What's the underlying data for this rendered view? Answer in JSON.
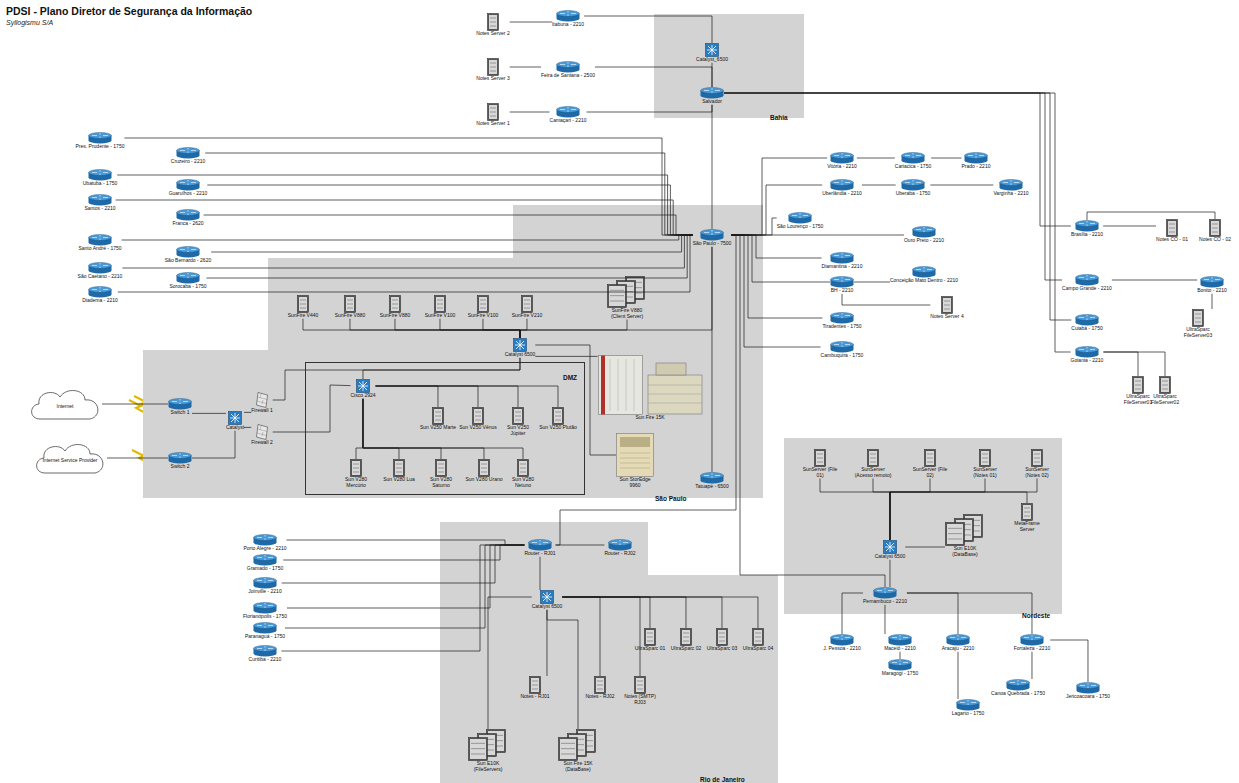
{
  "diagram": {
    "title": "PDSI - Plano Diretor de Segurança da Informação",
    "nodes": [
      {
        "text": [
          "Bahia"
        ]
      },
      {
        "text": [
          "Catalyst_6500"
        ],
        "in": 0
      },
      {
        "text": [
          "Salvador"
        ],
        "in": 0
      },
      {
        "text": [
          "Notes Server 2"
        ]
      },
      {
        "text": [
          "Itabuna - 2210"
        ]
      },
      {
        "text": [
          "Notes Server 3"
        ]
      },
      {
        "text": [
          "Feira de Santana - 2500"
        ]
      },
      {
        "text": [
          "Notes Server 1"
        ]
      },
      {
        "text": [
          "Camaçari - 2210"
        ]
      },
      {
        "text": [
          "São Paulo"
        ]
      },
      {
        "text": [
          "São Paulo - 7500"
        ],
        "in": 9
      },
      {
        "text": [
          "Pres. Prudente - 1750"
        ]
      },
      {
        "text": [
          "Cruzeiro - 2210"
        ]
      },
      {
        "text": [
          "Ubatuba - 1750"
        ]
      },
      {
        "text": [
          "Guarulhos - 2210"
        ]
      },
      {
        "text": [
          "Santos - 2210"
        ]
      },
      {
        "text": [
          "Franca - 2620"
        ]
      },
      {
        "text": [
          "Santo André - 1750"
        ]
      },
      {
        "text": [
          "São Bernardo - 2620"
        ]
      },
      {
        "text": [
          "São Caetano - 2210"
        ]
      },
      {
        "text": [
          "Sorocaba - 1750"
        ]
      },
      {
        "text": [
          "Diadema - 2210"
        ]
      },
      {
        "text": [
          "Vitória - 2210"
        ]
      },
      {
        "text": [
          "Cariacica - 1750"
        ]
      },
      {
        "text": [
          "Prado - 2210"
        ]
      },
      {
        "text": [
          "Uberlândia - 2210"
        ]
      },
      {
        "text": [
          "Uberaba - 1750"
        ]
      },
      {
        "text": [
          "Varginha - 2210"
        ]
      },
      {
        "text": [
          "São Lourenço - 1750"
        ]
      },
      {
        "text": [
          "Ouro Preto - 2210"
        ]
      },
      {
        "text": [
          "Diamantina - 2210"
        ]
      },
      {
        "text": [
          "BH - 2210"
        ]
      },
      {
        "text": [
          "Conceição Mato Dentro - 2210"
        ]
      },
      {
        "text": [
          "Notes Server 4"
        ]
      },
      {
        "text": [
          "Tiradentes - 1750"
        ]
      },
      {
        "text": [
          "Cambuquira - 1750"
        ]
      },
      {
        "text": [
          "Brasília - 2210"
        ]
      },
      {
        "text": [
          "Notes CO - 01"
        ]
      },
      {
        "text": [
          "Notes CO - 02"
        ]
      },
      {
        "text": [
          "Campo Grande - 2210"
        ]
      },
      {
        "text": [
          "Bonito - 2210"
        ]
      },
      {
        "text": [
          "UltraSparc FileServer03"
        ]
      },
      {
        "text": [
          "Cuiabá - 1750"
        ]
      },
      {
        "text": [
          "Goiania - 2210"
        ]
      },
      {
        "text": [
          "UltraSparc FileServer01"
        ]
      },
      {
        "text": [
          "UltraSparc FileServer02"
        ]
      },
      {
        "text": [
          "SunFire V440"
        ],
        "in": 9
      },
      {
        "text": [
          "SunFire V880"
        ],
        "in": 9
      },
      {
        "text": [
          "SunFire V880"
        ],
        "in": 9
      },
      {
        "text": [
          "SunFire V100"
        ],
        "in": 9
      },
      {
        "text": [
          "SunFire V100"
        ],
        "in": 9
      },
      {
        "text": [
          "SunFire V210"
        ],
        "in": 9
      },
      {
        "text": [
          "SunFire V880 (Client Server)"
        ],
        "in": 9
      },
      {
        "text": [
          "Catalyst 6500"
        ],
        "in": 9
      },
      {
        "text": [
          "Sun Fire 15K"
        ],
        "in": 9
      },
      {
        "text": [
          "Sun StorEdge 9960"
        ],
        "in": 9
      },
      {
        "text": [
          "DMZ"
        ],
        "in": 9
      },
      {
        "text": [
          "Cisco 2924"
        ],
        "in": 56
      },
      {
        "text": [
          "Sun V250 Marte"
        ],
        "in": 56
      },
      {
        "text": [
          "Sun V250 Vênus"
        ],
        "in": 56
      },
      {
        "text": [
          "Sun V250 Júpiter"
        ],
        "in": 56
      },
      {
        "text": [
          "Sun V250 Plutão"
        ],
        "in": 56
      },
      {
        "text": [
          "Sun V280 Mercúrio"
        ],
        "in": 56
      },
      {
        "text": [
          "Sun V280 Lua"
        ],
        "in": 56
      },
      {
        "text": [
          "Sun V280 Saturno"
        ],
        "in": 56
      },
      {
        "text": [
          "Sun V280 Urano"
        ],
        "in": 56
      },
      {
        "text": [
          "Sun V280 Netuno"
        ],
        "in": 56
      },
      {
        "text": [
          "Firewall 1"
        ],
        "in": 9
      },
      {
        "text": [
          "Firewall 2"
        ],
        "in": 9
      },
      {
        "text": [
          "Catalyst"
        ],
        "in": 9
      },
      {
        "text": [
          "Switch 1"
        ],
        "in": 9
      },
      {
        "text": [
          "Switch 2"
        ],
        "in": 9
      },
      {
        "text": [
          "Internet"
        ]
      },
      {
        "text": [
          "Internet Service Provider"
        ]
      },
      {
        "text": [
          "Tatuapé - 6500"
        ],
        "in": 9
      },
      {
        "text": [
          "Rio de Janeiro"
        ]
      },
      {
        "text": [
          "Router - RJ01"
        ],
        "in": 75
      },
      {
        "text": [
          "Router - RJ02"
        ],
        "in": 75
      },
      {
        "text": [
          "Catalyst 6500"
        ],
        "in": 75
      },
      {
        "text": [
          "UltraSparc 01"
        ],
        "in": 75
      },
      {
        "text": [
          "UltraSparc 02"
        ],
        "in": 75
      },
      {
        "text": [
          "UltraSparc 03"
        ],
        "in": 75
      },
      {
        "text": [
          "UltraSparc 04"
        ],
        "in": 75
      },
      {
        "text": [
          "Notes - RJ01"
        ],
        "in": 75
      },
      {
        "text": [
          "Notes - RJ02"
        ],
        "in": 75
      },
      {
        "text": [
          "Notes (SMTP) RJ03"
        ],
        "in": 75
      },
      {
        "text": [
          "Sun E10K (FileServers)"
        ],
        "in": 75
      },
      {
        "text": [
          "Sun Fire 15K (DataBase)"
        ],
        "in": 75
      },
      {
        "text": [
          "Porto Alegre - 2210"
        ]
      },
      {
        "text": [
          "Gramado - 1750"
        ]
      },
      {
        "text": [
          "Joinville - 2210"
        ]
      },
      {
        "text": [
          "Florianópolis - 1750"
        ]
      },
      {
        "text": [
          "Paranaguá - 1750"
        ]
      },
      {
        "text": [
          "Curitiba - 2210"
        ]
      },
      {
        "text": [
          "Nordeste"
        ]
      },
      {
        "text": [
          "SunServer (File 01)"
        ],
        "in": 94
      },
      {
        "text": [
          "SunServer (Acesso remoto)"
        ],
        "in": 94
      },
      {
        "text": [
          "SunServer (File 02)"
        ],
        "in": 94
      },
      {
        "text": [
          "SunServer (Notes 01)"
        ],
        "in": 94
      },
      {
        "text": [
          "SunServer (Notes 02)"
        ],
        "in": 94
      },
      {
        "text": [
          "MetaFrame Server"
        ],
        "in": 94
      },
      {
        "text": [
          "Sun E10K (DataBase)"
        ],
        "in": 94
      },
      {
        "text": [
          "Catalyst 6500"
        ],
        "in": 94
      },
      {
        "text": [
          "Pernambuco - 2210"
        ],
        "in": 94
      },
      {
        "text": [
          "J. Pessoa - 2210"
        ]
      },
      {
        "text": [
          "Maceió - 2210"
        ]
      },
      {
        "text": [
          "Maragogi - 1750"
        ]
      },
      {
        "text": [
          "Aracaju - 2210"
        ]
      },
      {
        "text": [
          "Lagarto - 1750"
        ]
      },
      {
        "text": [
          "Fortaleza - 2210"
        ]
      },
      {
        "text": [
          "Canoa Quebrada - 1750"
        ]
      },
      {
        "text": [
          "Jericoacoara - 1750"
        ]
      }
    ],
    "edges": [
      {
        "from": 3,
        "to": 4,
        "arrow": "none"
      },
      {
        "from": 4,
        "to": 1,
        "arrow": "none"
      },
      {
        "from": 5,
        "to": 6,
        "arrow": "none"
      },
      {
        "from": 6,
        "to": 2,
        "arrow": "none"
      },
      {
        "from": 7,
        "to": 8,
        "arrow": "none"
      },
      {
        "from": 8,
        "to": 2,
        "arrow": "none"
      },
      {
        "from": 1,
        "to": 2,
        "arrow": "none"
      },
      {
        "from": 2,
        "to": 10,
        "arrow": "none"
      },
      {
        "from": 2,
        "to": 36,
        "arrow": "none"
      },
      {
        "from": 2,
        "to": 39,
        "arrow": "none"
      },
      {
        "from": 2,
        "to": 42,
        "arrow": "none"
      },
      {
        "from": 2,
        "to": 43,
        "arrow": "none"
      },
      {
        "from": 36,
        "to": 37,
        "arrow": "none"
      },
      {
        "from": 36,
        "to": 38,
        "arrow": "none"
      },
      {
        "from": 39,
        "to": 40,
        "arrow": "none"
      },
      {
        "from": 40,
        "to": 41,
        "arrow": "none"
      },
      {
        "from": 43,
        "to": 44,
        "arrow": "none"
      },
      {
        "from": 43,
        "to": 45,
        "arrow": "none"
      },
      {
        "from": 11,
        "to": 10,
        "arrow": "none"
      },
      {
        "from": 12,
        "to": 10,
        "arrow": "none"
      },
      {
        "from": 13,
        "to": 10,
        "arrow": "none"
      },
      {
        "from": 14,
        "to": 10,
        "arrow": "none"
      },
      {
        "from": 15,
        "to": 10,
        "arrow": "none"
      },
      {
        "from": 16,
        "to": 10,
        "arrow": "none"
      },
      {
        "from": 17,
        "to": 10,
        "arrow": "none"
      },
      {
        "from": 18,
        "to": 10,
        "arrow": "none"
      },
      {
        "from": 19,
        "to": 10,
        "arrow": "none"
      },
      {
        "from": 20,
        "to": 10,
        "arrow": "none"
      },
      {
        "from": 21,
        "to": 10,
        "arrow": "none"
      },
      {
        "from": 10,
        "to": 22,
        "arrow": "none"
      },
      {
        "from": 22,
        "to": 23,
        "arrow": "none"
      },
      {
        "from": 23,
        "to": 24,
        "arrow": "none"
      },
      {
        "from": 10,
        "to": 25,
        "arrow": "none"
      },
      {
        "from": 25,
        "to": 26,
        "arrow": "none"
      },
      {
        "from": 26,
        "to": 27,
        "arrow": "none"
      },
      {
        "from": 10,
        "to": 28,
        "arrow": "none"
      },
      {
        "from": 10,
        "to": 29,
        "arrow": "none"
      },
      {
        "from": 10,
        "to": 30,
        "arrow": "none"
      },
      {
        "from": 10,
        "to": 31,
        "arrow": "none"
      },
      {
        "from": 31,
        "to": 32,
        "arrow": "none"
      },
      {
        "from": 31,
        "to": 33,
        "arrow": "none"
      },
      {
        "from": 10,
        "to": 34,
        "arrow": "none"
      },
      {
        "from": 10,
        "to": 35,
        "arrow": "none"
      },
      {
        "from": 10,
        "to": 74,
        "arrow": "none"
      },
      {
        "from": 10,
        "to": 53,
        "arrow": "none"
      },
      {
        "from": 10,
        "to": 76,
        "arrow": "none"
      },
      {
        "from": 10,
        "to": 103,
        "arrow": "none"
      },
      {
        "from": 53,
        "to": 46,
        "arrow": "none"
      },
      {
        "from": 53,
        "to": 47,
        "arrow": "none"
      },
      {
        "from": 53,
        "to": 48,
        "arrow": "none"
      },
      {
        "from": 53,
        "to": 49,
        "arrow": "none"
      },
      {
        "from": 53,
        "to": 50,
        "arrow": "none"
      },
      {
        "from": 53,
        "to": 51,
        "arrow": "none"
      },
      {
        "from": 53,
        "to": 52,
        "arrow": "none"
      },
      {
        "from": 53,
        "to": 54,
        "arrow": "none"
      },
      {
        "from": 53,
        "to": 55,
        "arrow": "none"
      },
      {
        "from": 53,
        "to": 57,
        "arrow": "none"
      },
      {
        "from": 53,
        "to": 67,
        "arrow": "none"
      },
      {
        "from": 57,
        "to": 58,
        "arrow": "none"
      },
      {
        "from": 57,
        "to": 59,
        "arrow": "none"
      },
      {
        "from": 57,
        "to": 60,
        "arrow": "none"
      },
      {
        "from": 57,
        "to": 61,
        "arrow": "none"
      },
      {
        "from": 57,
        "to": 62,
        "arrow": "none"
      },
      {
        "from": 57,
        "to": 63,
        "arrow": "none"
      },
      {
        "from": 57,
        "to": 64,
        "arrow": "none"
      },
      {
        "from": 57,
        "to": 65,
        "arrow": "none"
      },
      {
        "from": 57,
        "to": 66,
        "arrow": "none"
      },
      {
        "from": 57,
        "to": 68,
        "arrow": "none"
      },
      {
        "from": 69,
        "to": 67,
        "arrow": "none"
      },
      {
        "from": 69,
        "to": 68,
        "arrow": "none"
      },
      {
        "from": 70,
        "to": 69,
        "arrow": "none"
      },
      {
        "from": 71,
        "to": 69,
        "arrow": "none"
      },
      {
        "from": 72,
        "to": 70,
        "arrow": "none"
      },
      {
        "from": 73,
        "to": 71,
        "arrow": "none"
      },
      {
        "from": 76,
        "to": 77,
        "arrow": "none"
      },
      {
        "from": 76,
        "to": 78,
        "arrow": "none"
      },
      {
        "from": 76,
        "to": 88,
        "arrow": "none"
      },
      {
        "from": 76,
        "to": 89,
        "arrow": "none"
      },
      {
        "from": 76,
        "to": 90,
        "arrow": "none"
      },
      {
        "from": 76,
        "to": 91,
        "arrow": "none"
      },
      {
        "from": 76,
        "to": 92,
        "arrow": "none"
      },
      {
        "from": 76,
        "to": 93,
        "arrow": "none"
      },
      {
        "from": 78,
        "to": 79,
        "arrow": "none"
      },
      {
        "from": 78,
        "to": 80,
        "arrow": "none"
      },
      {
        "from": 78,
        "to": 81,
        "arrow": "none"
      },
      {
        "from": 78,
        "to": 82,
        "arrow": "none"
      },
      {
        "from": 78,
        "to": 83,
        "arrow": "none"
      },
      {
        "from": 78,
        "to": 84,
        "arrow": "none"
      },
      {
        "from": 78,
        "to": 85,
        "arrow": "none"
      },
      {
        "from": 78,
        "to": 86,
        "arrow": "none"
      },
      {
        "from": 78,
        "to": 87,
        "arrow": "none"
      },
      {
        "from": 102,
        "to": 95,
        "arrow": "none"
      },
      {
        "from": 102,
        "to": 96,
        "arrow": "none"
      },
      {
        "from": 102,
        "to": 97,
        "arrow": "none"
      },
      {
        "from": 102,
        "to": 98,
        "arrow": "none"
      },
      {
        "from": 102,
        "to": 99,
        "arrow": "none"
      },
      {
        "from": 102,
        "to": 100,
        "arrow": "none"
      },
      {
        "from": 102,
        "to": 101,
        "arrow": "none"
      },
      {
        "from": 102,
        "to": 103,
        "arrow": "none"
      },
      {
        "from": 103,
        "to": 104,
        "arrow": "none"
      },
      {
        "from": 103,
        "to": 105,
        "arrow": "none"
      },
      {
        "from": 105,
        "to": 106,
        "arrow": "none"
      },
      {
        "from": 103,
        "to": 107,
        "arrow": "none"
      },
      {
        "from": 107,
        "to": 108,
        "arrow": "none"
      },
      {
        "from": 103,
        "to": 109,
        "arrow": "none"
      },
      {
        "from": 109,
        "to": 110,
        "arrow": "none"
      },
      {
        "from": 109,
        "to": 111,
        "arrow": "none"
      }
    ],
    "labels": [
      "Syllogismu S/A"
    ]
  }
}
